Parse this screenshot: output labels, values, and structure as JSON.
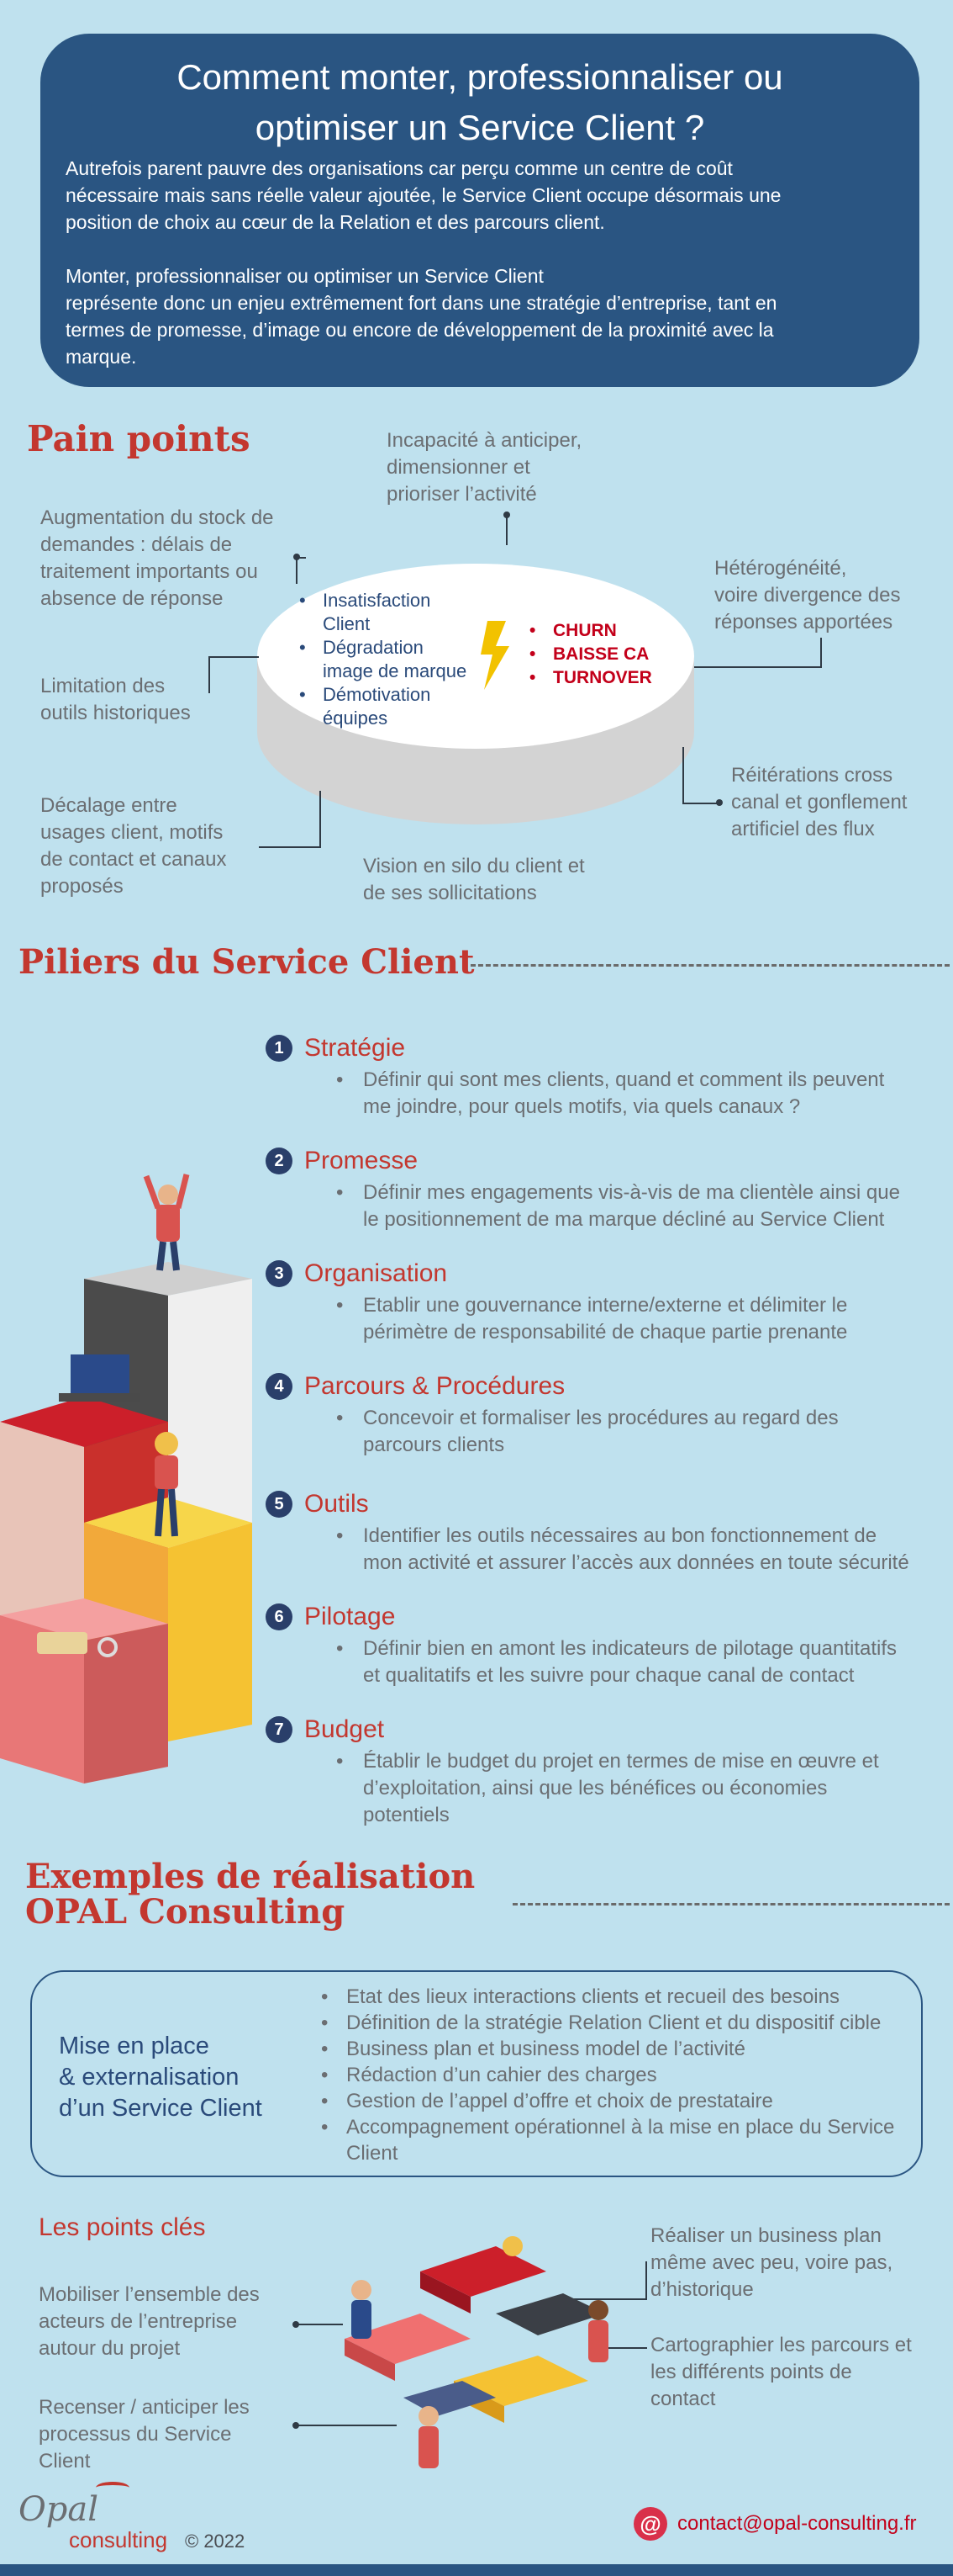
{
  "header": {
    "title": "Comment monter, professionnaliser ou\noptimiser un Service Client ?",
    "para1": "Autrefois parent pauvre des organisations car perçu comme un centre de coût\nnécessaire mais sans réelle valeur ajoutée, le Service Client occupe désormais une\nposition de choix au cœur de la Relation et des parcours client.",
    "para2": "Monter, professionnaliser ou optimiser un Service Client\nreprésente donc un enjeu extrêmement fort dans une stratégie d’entreprise, tant en\ntermes de promesse, d’image ou encore de développement de la proximité avec la\nmarque."
  },
  "pain": {
    "heading": "Pain points",
    "labels": {
      "top": "Incapacité à anticiper,\ndimensionner et\nprioriser l’activité",
      "upper_left": "Augmentation du stock de\ndemandes : délais de\ntraitement importants ou\nabsence de réponse",
      "mid_left": "Limitation des\noutils historiques",
      "lower_left": "Décalage entre\nusages client, motifs\nde contact et canaux\nproposés",
      "bottom": "Vision en silo du client et\nde ses sollicitations",
      "upper_right": "Hétérogénéité,\nvoire divergence des\nréponses apportées",
      "lower_right": "Réitérations cross\ncanal et gonflement\nartificiel des flux"
    },
    "center_left": [
      "Insatisfaction\nClient",
      "Dégradation\nimage de marque",
      "Démotivation\néquipes"
    ],
    "center_right": [
      "CHURN",
      "BAISSE CA",
      "TURNOVER"
    ]
  },
  "pillars": {
    "heading": "Piliers du Service Client",
    "items": [
      {
        "num": "1",
        "title": "Stratégie",
        "desc": "Définir qui sont mes clients,  quand et comment ils peuvent\nme joindre, pour quels motifs, via quels canaux ?"
      },
      {
        "num": "2",
        "title": "Promesse",
        "desc": "Définir mes engagements vis-à-vis de ma clientèle ainsi que\nle positionnement de ma marque décliné au Service Client"
      },
      {
        "num": "3",
        "title": "Organisation",
        "desc": "Etablir une gouvernance interne/externe et délimiter le\npérimètre de responsabilité de chaque partie prenante"
      },
      {
        "num": "4",
        "title": "Parcours & Procédures",
        "desc": "Concevoir et formaliser les procédures au regard des\nparcours clients"
      },
      {
        "num": "5",
        "title": "Outils",
        "desc": "Identifier les outils nécessaires au bon fonctionnement de\nmon activité et assurer l’accès aux données en toute sécurité"
      },
      {
        "num": "6",
        "title": "Pilotage",
        "desc": "Définir bien en amont les indicateurs de pilotage quantitatifs\net qualitatifs et les suivre pour chaque canal de contact"
      },
      {
        "num": "7",
        "title": "Budget",
        "desc": "Établir le budget du projet en termes de mise en œuvre et\nd’exploitation, ainsi que les bénéfices ou économies\npotentiels"
      }
    ]
  },
  "examples": {
    "heading": "Exemples de réalisation\nOPAL Consulting",
    "box_title": "Mise en place\n& externalisation\nd’un Service Client",
    "items": [
      "Etat des lieux interactions clients et recueil des besoins",
      "Définition de la stratégie Relation Client et du dispositif cible",
      "Business plan et business model de l’activité",
      "Rédaction d’un cahier des charges",
      "Gestion de l’appel d’offre et choix de prestataire",
      "Accompagnement opérationnel à la mise en place du Service\nClient"
    ]
  },
  "keypoints": {
    "heading": "Les points clés",
    "left_top": "Mobiliser l’ensemble des\nacteurs de l’entreprise\nautour du projet",
    "left_bottom": "Recenser / anticiper les\nprocessus du Service\nClient",
    "right_top": "Réaliser un business plan\nmême avec peu, voire pas,\nd’historique",
    "right_bottom": "Cartographier les parcours et\nles différents points de\ncontact"
  },
  "footer": {
    "logo_word": "Opal",
    "logo_sub": "consulting",
    "year": "© 2022",
    "email_icon": "@",
    "email": "contact@opal-consulting.fr"
  },
  "colors": {
    "background": "#bfe1ee",
    "header": "#2a5582",
    "accent_red": "#c3372f",
    "number_badge": "#2a3f6a"
  }
}
